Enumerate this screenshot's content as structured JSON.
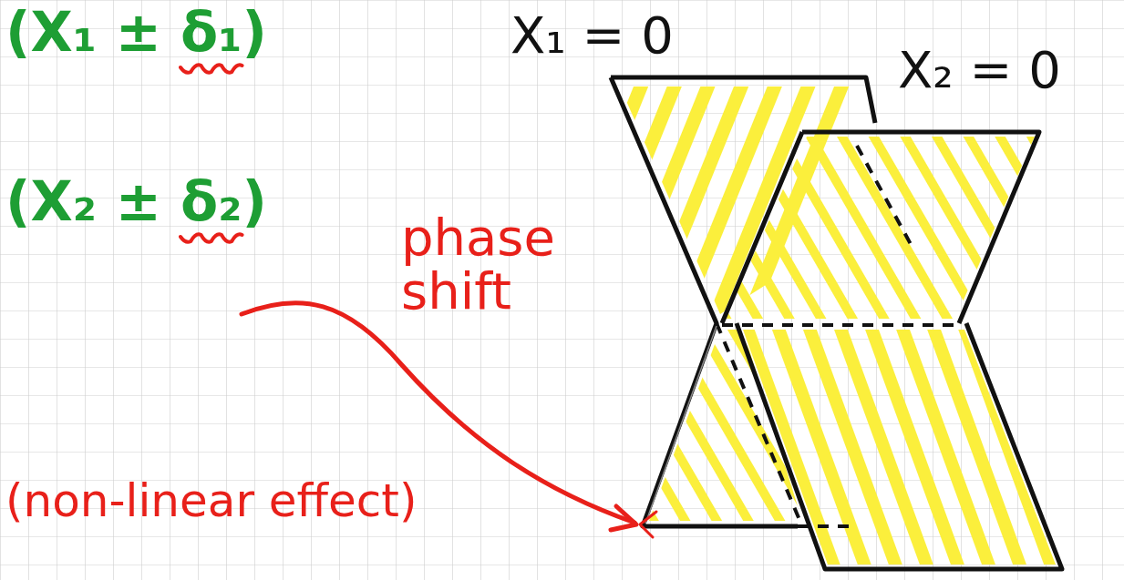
{
  "diagram": {
    "labels": [
      "(X₁ ± δ₁)",
      "(X₂ ± δ₂)",
      "X₁ = 0",
      "X₂ = 0",
      "phase shift",
      "(non-linear effect)"
    ]
  }
}
